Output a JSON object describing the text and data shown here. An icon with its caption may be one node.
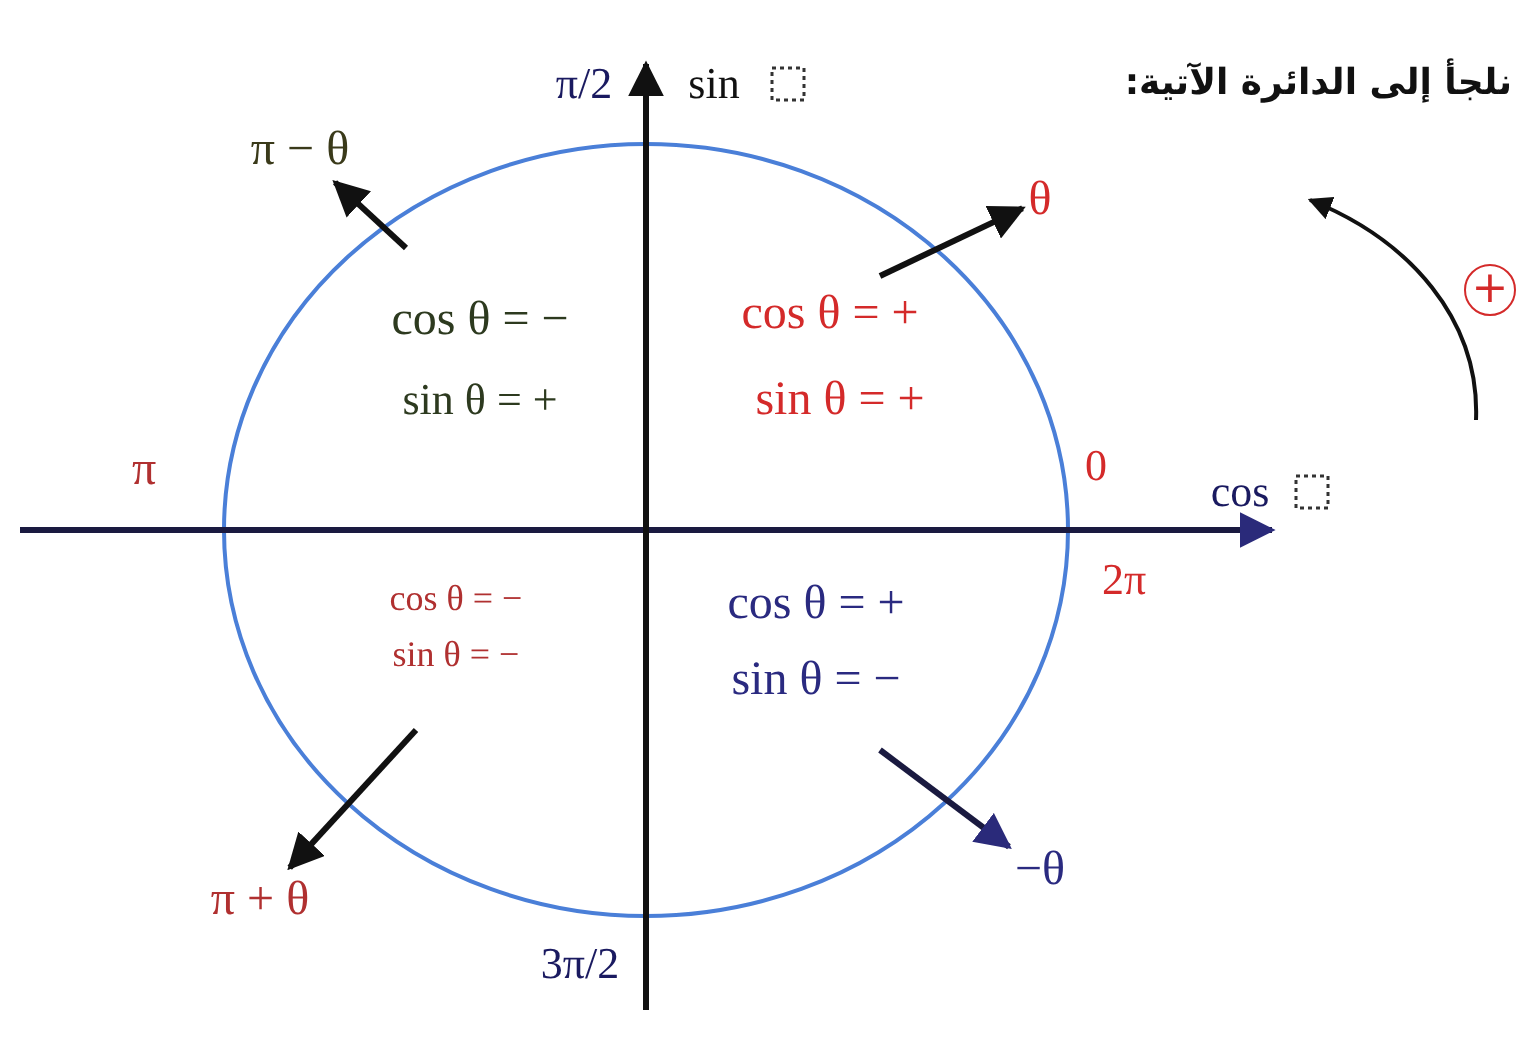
{
  "diagram": {
    "nodes": [
      {
        "text": [
          "π − θ"
        ]
      },
      {
        "text": [
          "θ"
        ]
      },
      {
        "text": [
          "+"
        ]
      },
      {
        "text": [
          "π + θ"
        ]
      },
      {
        "text": [
          "−θ"
        ]
      }
    ],
    "edges": [
      {
        "from": null,
        "to": 0,
        "arrow": "to"
      },
      {
        "from": null,
        "to": 1,
        "arrow": "to"
      },
      {
        "from": null,
        "to": 3,
        "arrow": "to"
      },
      {
        "from": null,
        "to": 4,
        "arrow": "to"
      }
    ],
    "labels": [
      "π/2",
      "sin",
      "نلجأ إلى الدائرة الآتية:",
      "cos θ = −",
      "cos θ = +",
      "sin θ = +",
      "sin θ = +",
      "π",
      "0",
      "cos",
      "2π",
      "cos θ = −",
      "cos θ = +",
      "sin θ = −",
      "sin θ = −",
      "3π/2"
    ]
  }
}
